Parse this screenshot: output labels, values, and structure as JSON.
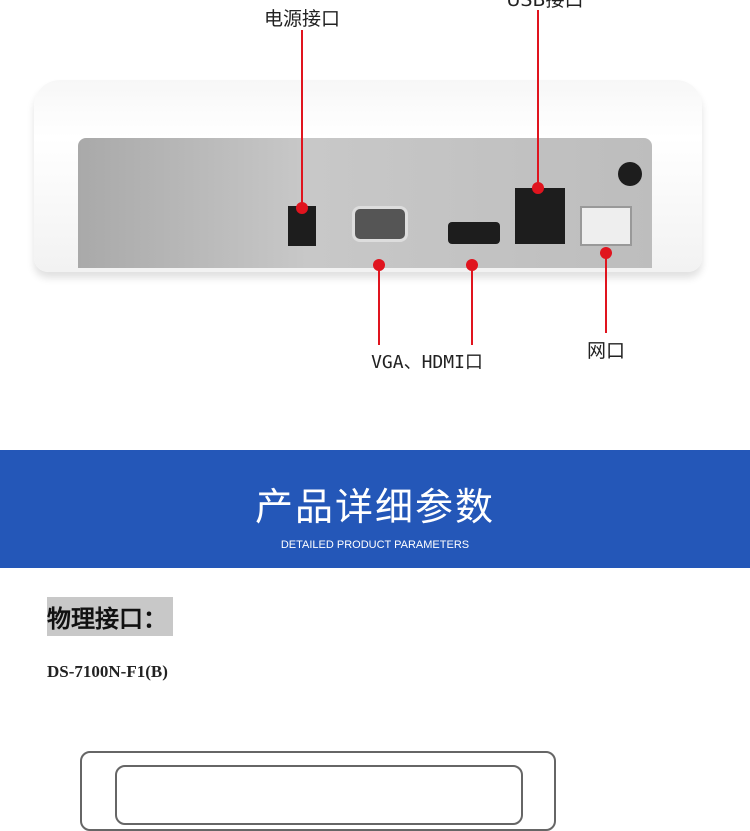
{
  "product_photo": {
    "callouts": {
      "power": "电源接口",
      "usb": "USB接口",
      "video": "VGA、HDMI口",
      "network": "网口"
    },
    "accent_color": "#e0141e"
  },
  "banner": {
    "title": "产品详细参数",
    "subtitle": "DETAILED PRODUCT PARAMETERS",
    "color": "#2457b8"
  },
  "section": {
    "heading": "物理接口：",
    "model": "DS-7100N-F1(B)"
  }
}
